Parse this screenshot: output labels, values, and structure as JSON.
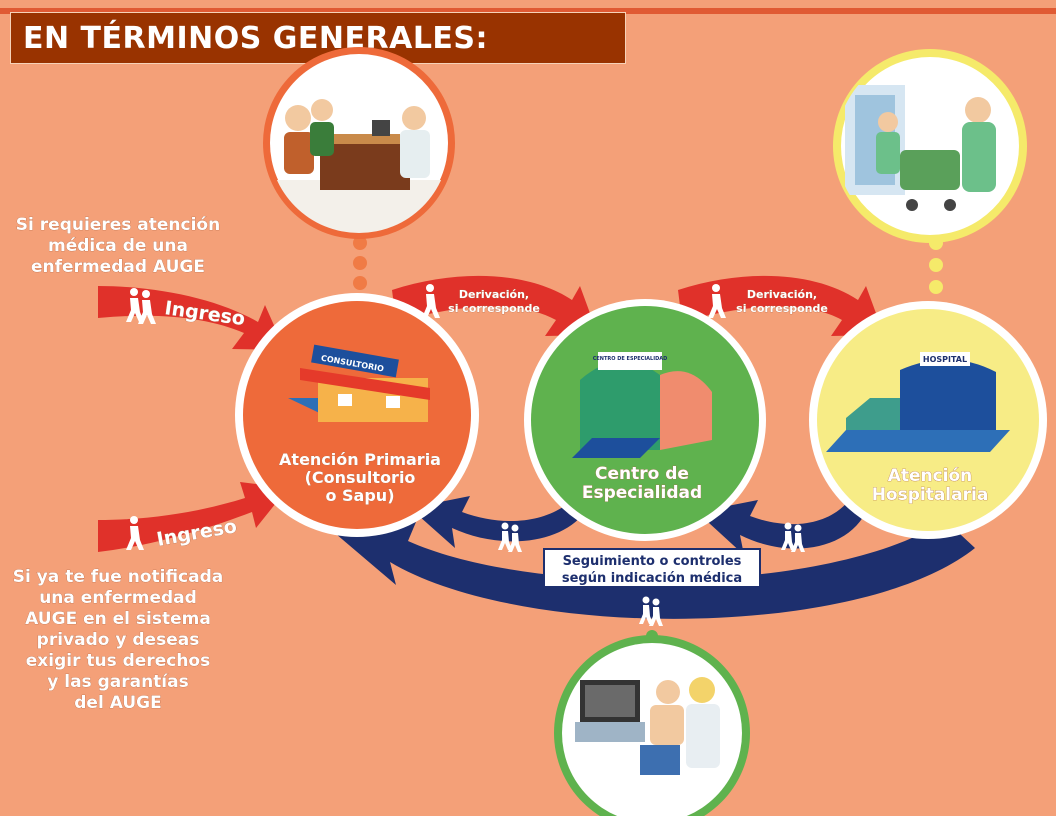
{
  "header": {
    "title": "EN TÉRMINOS GENERALES:"
  },
  "left_notes": {
    "top": [
      "Si requieres atención",
      "médica de una",
      "enfermedad AUGE"
    ],
    "bottom": [
      "Si ya te fue notificada",
      "una enfermedad",
      "AUGE en el sistema",
      "privado y deseas",
      "exigir tus derechos",
      "y las garantías",
      "del AUGE"
    ]
  },
  "arrows": {
    "ingreso_top": "Ingreso",
    "ingreso_bottom": "Ingreso",
    "derivacion_1": [
      "Derivación,",
      "si corresponde"
    ],
    "derivacion_2": [
      "Derivación,",
      "si corresponde"
    ]
  },
  "nodes": {
    "primary": {
      "lines": [
        "Atención Primaria",
        "(Consultorio",
        "o Sapu)"
      ],
      "sign": "CONSULTORIO",
      "color": "#ee6a3a"
    },
    "specialty": {
      "lines": [
        "Centro de",
        "Especialidad"
      ],
      "sign": "CENTRO DE ESPECIALIDAD",
      "color": "#5fb24e"
    },
    "hospital": {
      "lines": [
        "Atención",
        "Hospitalaria"
      ],
      "sign": "HOSPITAL",
      "color": "#f7ec86"
    }
  },
  "followup": {
    "lines": [
      "Seguimiento o controles",
      "según indicación médica"
    ]
  },
  "icons": {
    "walk": "person-walking-icon",
    "pair": "people-walking-icon"
  },
  "colors": {
    "background": "#f4a078",
    "title_bg": "#993300",
    "red_arrow": "#e0312a",
    "navy_arrow": "#1d2f6e",
    "orange_dots": "#f07b45",
    "yellow_dots": "#f5ea6a",
    "green_dots": "#5fb24e"
  }
}
